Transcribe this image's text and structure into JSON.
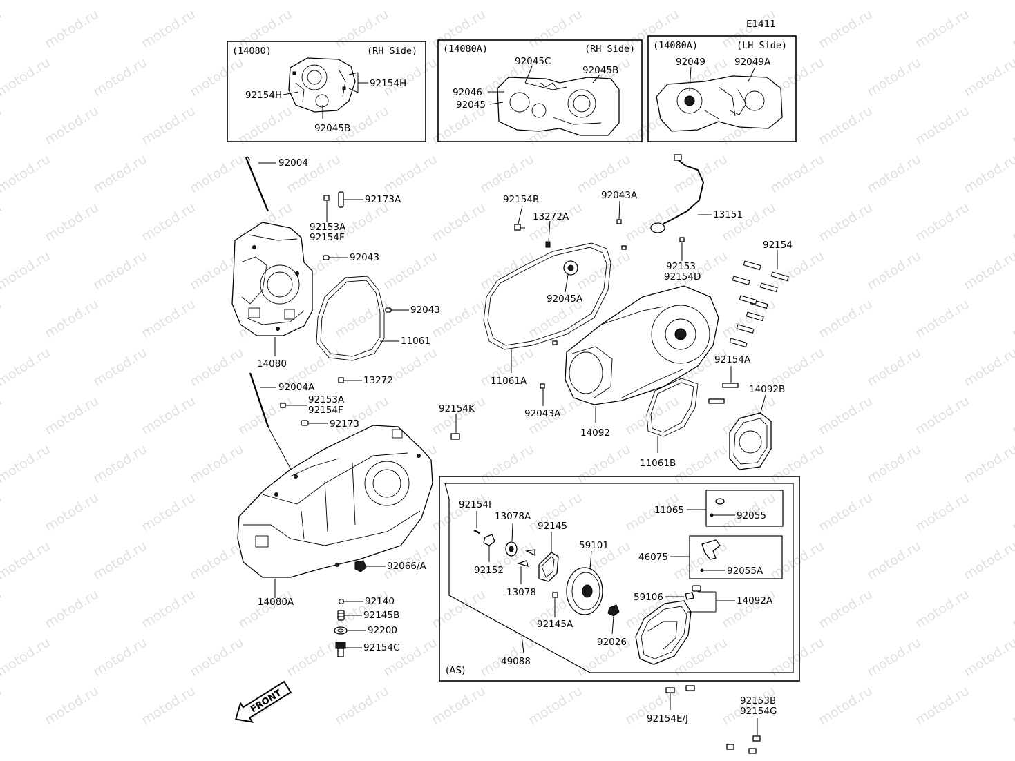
{
  "diagram_code": "E1411",
  "insets": [
    {
      "ref": "(14080)",
      "side": "(RH Side)",
      "labels": [
        "92154H",
        "92154H",
        "92045B"
      ]
    },
    {
      "ref": "(14080A)",
      "side": "(RH Side)",
      "labels": [
        "92045C",
        "92045B",
        "92046",
        "92045"
      ]
    },
    {
      "ref": "(14080A)",
      "side": "(LH Side)",
      "labels": [
        "92049",
        "92049A"
      ]
    }
  ],
  "parts": {
    "p92004": "92004",
    "p92173A": "92173A",
    "p92153A_1": "92153A",
    "p92154F_1": "92154F",
    "p92043_1": "92043",
    "p92043_2": "92043",
    "p11061": "11061",
    "p14080": "14080",
    "p13272": "13272",
    "p92004A": "92004A",
    "p92153A_2": "92153A",
    "p92154F_2": "92154F",
    "p92173": "92173",
    "p14080A": "14080A",
    "p92066A": "92066/A",
    "p92140": "92140",
    "p92145B": "92145B",
    "p92200": "92200",
    "p92154C": "92154C",
    "p92154B": "92154B",
    "p13272A": "13272A",
    "p92043A_1": "92043A",
    "p13151": "13151",
    "p92153": "92153",
    "p92154D": "92154D",
    "p92154": "92154",
    "p92045A": "92045A",
    "p11061A": "11061A",
    "p92154A": "92154A",
    "p92154K": "92154K",
    "p92043A_2": "92043A",
    "p14092": "14092",
    "p14092B": "14092B",
    "p11061B": "11061B",
    "p92154I": "92154I",
    "p13078A": "13078A",
    "p92145": "92145",
    "p59101": "59101",
    "p11065": "11065",
    "p92055": "92055",
    "p46075": "46075",
    "p92055A": "92055A",
    "p92152": "92152",
    "p13078": "13078",
    "p59106": "59106",
    "p14092A": "14092A",
    "p92145A": "92145A",
    "p92026": "92026",
    "p49088": "49088",
    "pAS": "(AS)",
    "p92154EJ": "92154E/J",
    "p92153B": "92153B",
    "p92154G": "92154G"
  },
  "front_arrow": "FRONT",
  "watermark": "motod.ru",
  "colors": {
    "ink": "#000000",
    "watermark": "#c8c8c8",
    "background": "#ffffff"
  }
}
